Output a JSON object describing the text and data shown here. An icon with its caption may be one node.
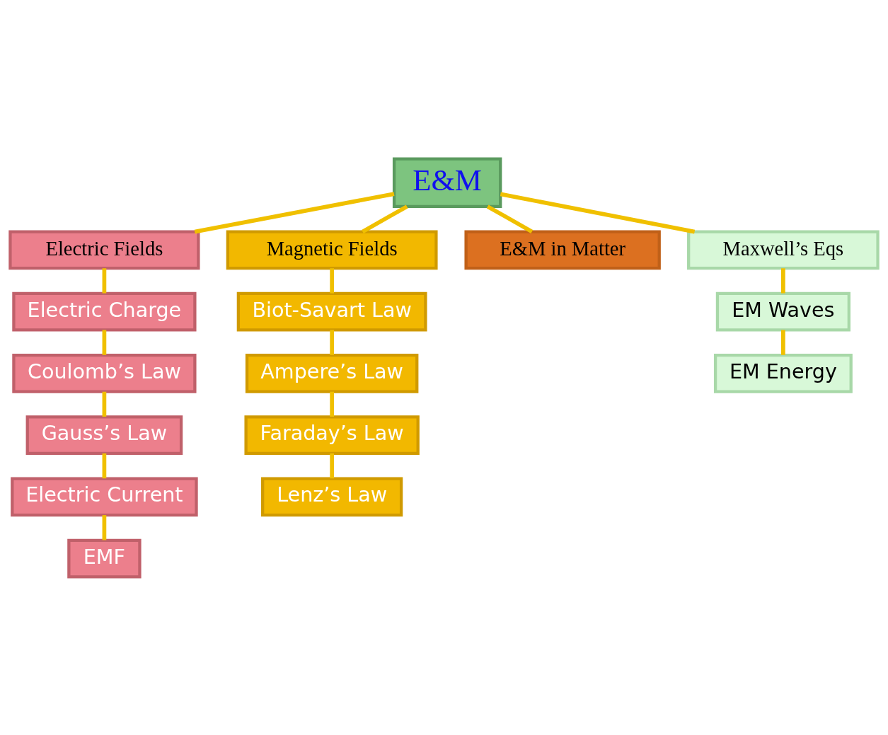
{
  "diagram": {
    "nodes": [
      {
        "text": [
          "E&M"
        ]
      },
      {
        "text": [
          "Electric Fields"
        ]
      },
      {
        "text": [
          "Electric Charge"
        ]
      },
      {
        "text": [
          "Coulomb’s Law"
        ]
      },
      {
        "text": [
          "Gauss’s Law"
        ]
      },
      {
        "text": [
          "Electric Current"
        ]
      },
      {
        "text": [
          "EMF"
        ]
      },
      {
        "text": [
          "Magnetic Fields"
        ]
      },
      {
        "text": [
          "Biot-Savart Law"
        ]
      },
      {
        "text": [
          "Ampere’s Law"
        ]
      },
      {
        "text": [
          "Faraday’s Law"
        ]
      },
      {
        "text": [
          "Lenz’s Law"
        ]
      },
      {
        "text": [
          "E&M in Matter"
        ]
      },
      {
        "text": [
          "Maxwell’s Eqs"
        ]
      },
      {
        "text": [
          "EM Waves"
        ]
      },
      {
        "text": [
          "EM Energy"
        ]
      }
    ],
    "edges": [
      {
        "from": 0,
        "to": 1,
        "arrow": "none"
      },
      {
        "from": 0,
        "to": 7,
        "arrow": "none"
      },
      {
        "from": 0,
        "to": 13,
        "arrow": "none"
      },
      {
        "from": 0,
        "to": 12,
        "arrow": "none"
      },
      {
        "from": 1,
        "to": 2,
        "arrow": "none"
      },
      {
        "from": 2,
        "to": 3,
        "arrow": "none"
      },
      {
        "from": 3,
        "to": 4,
        "arrow": "none"
      },
      {
        "from": 4,
        "to": 5,
        "arrow": "none"
      },
      {
        "from": 5,
        "to": 6,
        "arrow": "none"
      },
      {
        "from": 7,
        "to": 8,
        "arrow": "none"
      },
      {
        "from": 8,
        "to": 9,
        "arrow": "none"
      },
      {
        "from": 9,
        "to": 10,
        "arrow": "none"
      },
      {
        "from": 10,
        "to": 11,
        "arrow": "none"
      },
      {
        "from": 13,
        "to": 14,
        "arrow": "none"
      },
      {
        "from": 14,
        "to": 15,
        "arrow": "none"
      }
    ]
  }
}
